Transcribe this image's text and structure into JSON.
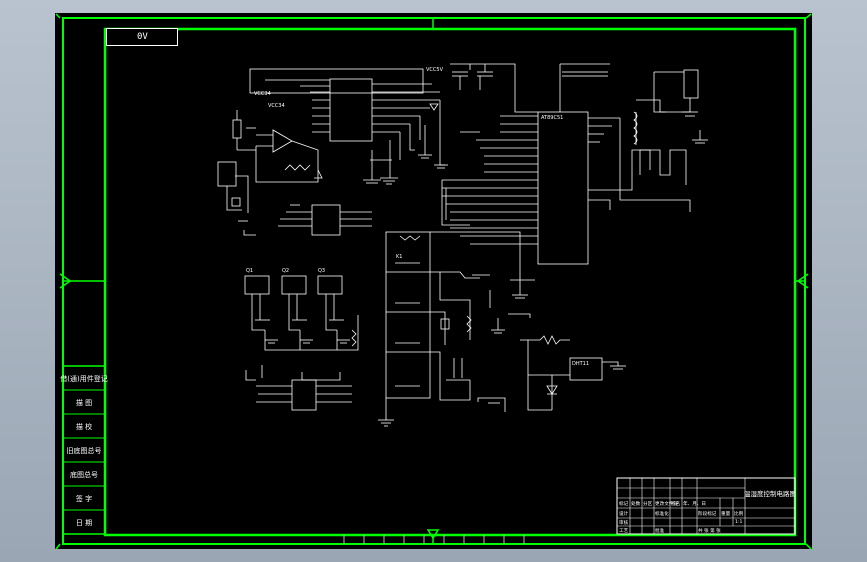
{
  "drawing": {
    "layer_label": "0V",
    "colors": {
      "background": "#000000",
      "frame": "#00ff00",
      "wire": "#ffffff",
      "viewport_bg": "#a7b2bf"
    }
  },
  "side_stamp": {
    "rows": [
      "借(通)用件登记",
      "描  图",
      "描  校",
      "旧底图总号",
      "底图总号",
      "签  字",
      "日  期"
    ]
  },
  "title_block": {
    "drawing_title": "温湿度控制电路图",
    "scale": "1:1",
    "cells": [
      "标记",
      "处数",
      "分区",
      "更改文件号",
      "签名",
      "年、月、日",
      "设计",
      "标准化",
      "阶段标记",
      "重量",
      "比例",
      "审核",
      "工艺",
      "批准",
      "共  张  第  张"
    ]
  },
  "components": {
    "u1": "VCC34",
    "u2": "VCC34",
    "u3": "VCC5V",
    "u4": "AT89C51",
    "q1": "Q1",
    "q2": "Q2",
    "q3": "Q3",
    "relay": "K1",
    "sensor": "DHT11"
  }
}
